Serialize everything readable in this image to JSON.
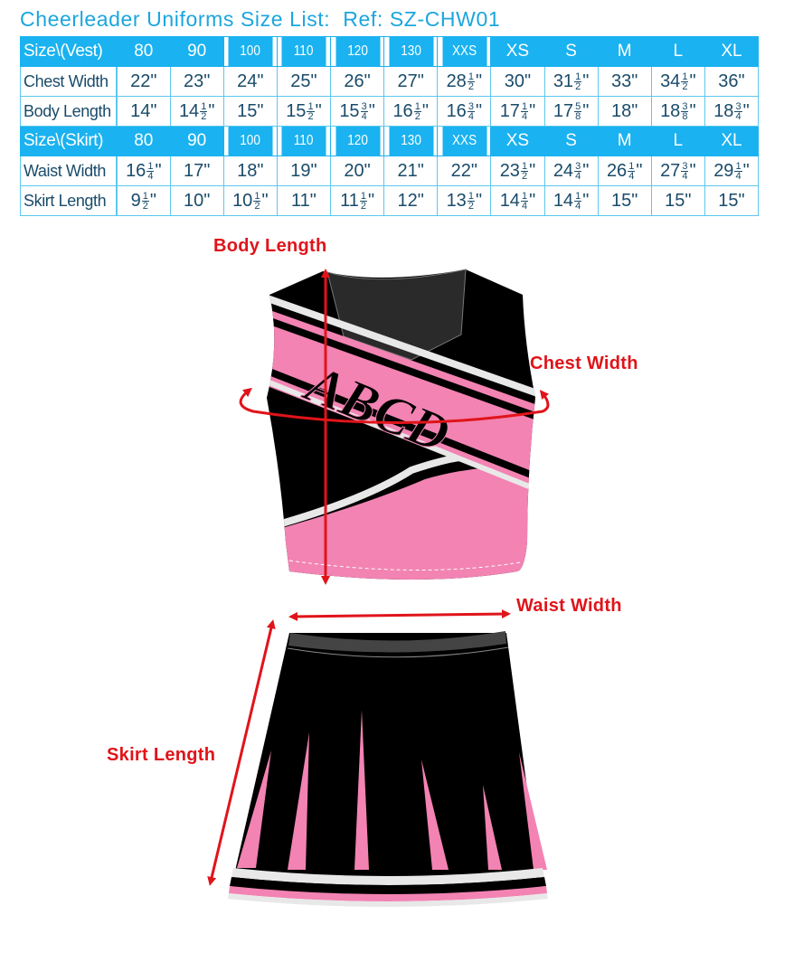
{
  "title": {
    "main": "Cheerleader Uniforms Size List:",
    "ref": "Ref:  SZ-CHW01"
  },
  "colors": {
    "title": "#1ba6dd",
    "header_bg": "#1ab2f0",
    "border": "#5cc8ee",
    "cell_text": "#1a4b6a",
    "annotation": "#e0141a",
    "pink": "#f283b2",
    "black": "#000000"
  },
  "table": {
    "vest": {
      "header_label": "Size\\(Vest)",
      "sizes": [
        "80",
        "90",
        "100",
        "110",
        "120",
        "130",
        "XXS",
        "XS",
        "S",
        "M",
        "L",
        "XL"
      ],
      "rows": [
        {
          "label": "Chest Width",
          "values": [
            "22\"",
            "23\"",
            "24\"",
            "25\"",
            "26\"",
            "27\"",
            "28½\"",
            "30\"",
            "31½\"",
            "33\"",
            "34½\"",
            "36\""
          ]
        },
        {
          "label": "Body Length",
          "values": [
            "14\"",
            "14½\"",
            "15\"",
            "15½\"",
            "15¾\"",
            "16½\"",
            "16¾\"",
            "17¼\"",
            "17⅝\"",
            "18\"",
            "18⅜\"",
            "18¾\""
          ]
        }
      ]
    },
    "skirt": {
      "header_label": "Size\\(Skirt)",
      "sizes": [
        "80",
        "90",
        "100",
        "110",
        "120",
        "130",
        "XXS",
        "XS",
        "S",
        "M",
        "L",
        "XL"
      ],
      "rows": [
        {
          "label": "Waist Width",
          "values": [
            "16¼\"",
            "17\"",
            "18\"",
            "19\"",
            "20\"",
            "21\"",
            "22\"",
            "23½\"",
            "24¾\"",
            "26¼\"",
            "27¾\"",
            "29¼\""
          ]
        },
        {
          "label": "Skirt Length",
          "values": [
            "9½\"",
            "10\"",
            "10½\"",
            "11\"",
            "11½\"",
            "12\"",
            "13½\"",
            "14¼\"",
            "14¼\"",
            "15\"",
            "15\"",
            "15\""
          ]
        }
      ]
    }
  },
  "illustration": {
    "vest_lettering": "ABCD",
    "annotations": {
      "body_length": "Body Length",
      "chest_width": "Chest Width",
      "waist_width": "Waist Width",
      "skirt_length": "Skirt Length"
    }
  }
}
